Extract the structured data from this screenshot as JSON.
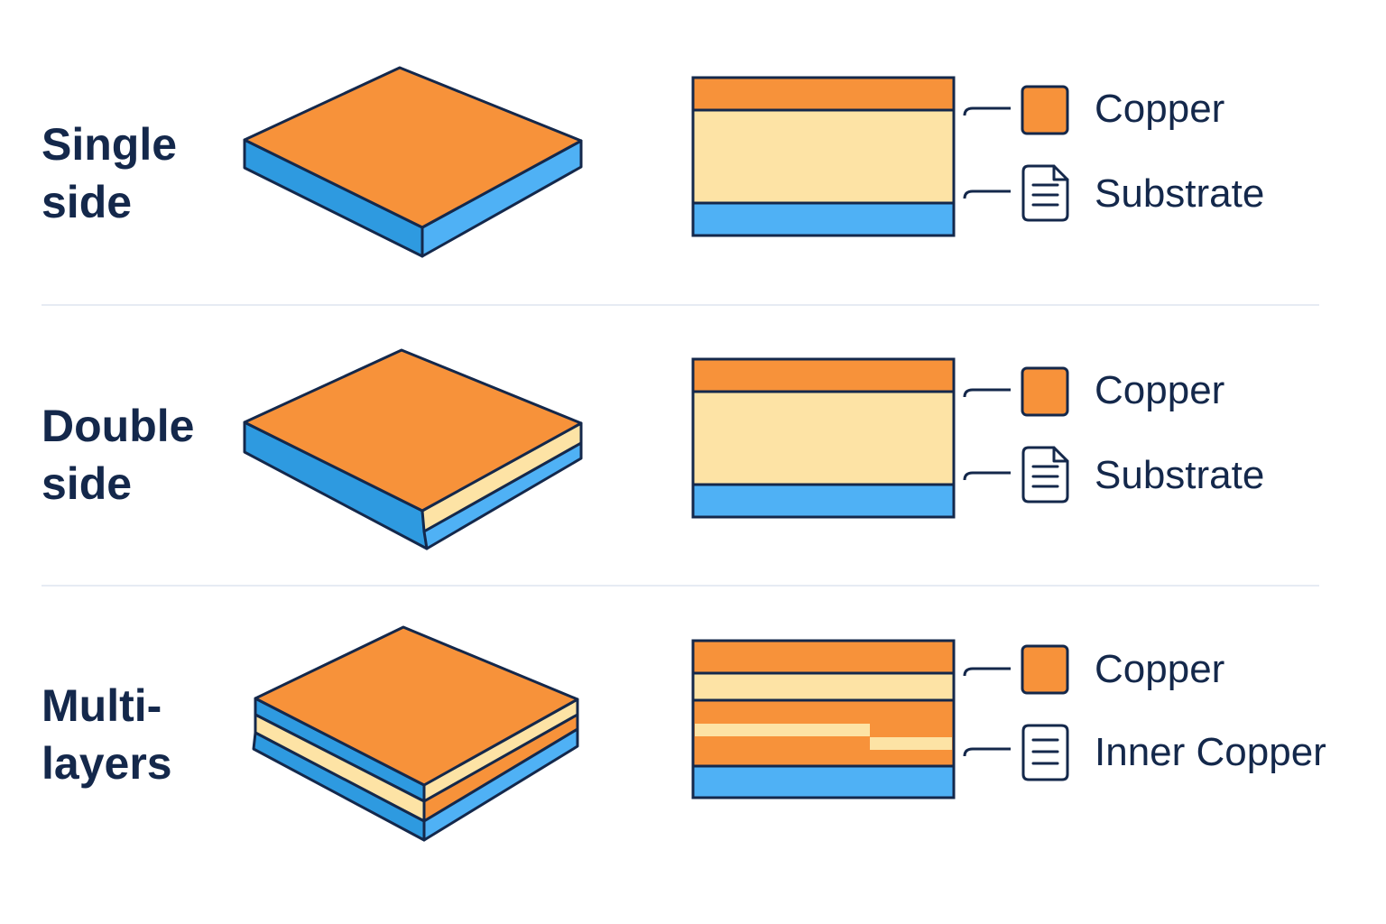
{
  "colors": {
    "copper": "#f7923a",
    "substrate": "#fde3a5",
    "base": "#4fb1f5",
    "base_dark": "#2e9ae0",
    "outline": "#14284b",
    "divider": "#e6ebf3"
  },
  "rows": [
    {
      "title_line1": "Single",
      "title_line2": "side",
      "legend": [
        {
          "label": "Copper",
          "icon": "copper-swatch-icon"
        },
        {
          "label": "Substrate",
          "icon": "document-icon"
        }
      ]
    },
    {
      "title_line1": "Double",
      "title_line2": "side",
      "legend": [
        {
          "label": "Copper",
          "icon": "copper-swatch-icon"
        },
        {
          "label": "Substrate",
          "icon": "document-icon"
        }
      ]
    },
    {
      "title_line1": "Multi-",
      "title_line2": "layers",
      "legend": [
        {
          "label": "Copper",
          "icon": "copper-swatch-icon"
        },
        {
          "label": "Inner Copper",
          "icon": "document-icon"
        }
      ]
    }
  ]
}
